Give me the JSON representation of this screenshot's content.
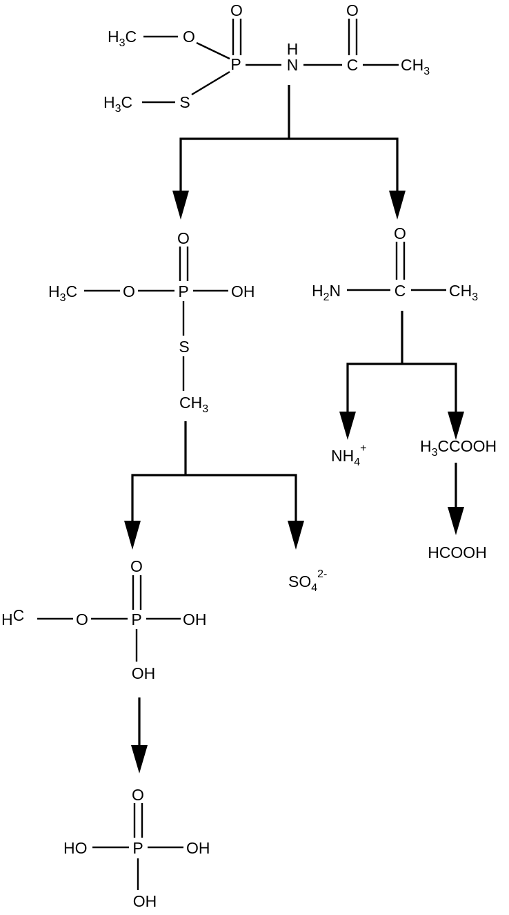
{
  "colors": {
    "ink": "#000000",
    "background": "#ffffff"
  },
  "atoms": {
    "top": {
      "o_double": "O",
      "h3": "H",
      "c_methyl1": "C",
      "o_methoxy": "O",
      "p": "P",
      "h_amide": "H",
      "n": "N",
      "c_carbonyl": "C",
      "o_carbonyl": "O",
      "ch": "CH",
      "three": "3",
      "s": "S",
      "h3b": "H",
      "c_methyl2": "C"
    },
    "left1": {
      "o_double": "O",
      "h3": "H",
      "c_methyl": "C",
      "o_ester": "O",
      "p": "P",
      "oh": "OH",
      "s": "S",
      "ch": "CH",
      "three": "3"
    },
    "right1": {
      "o_double": "O",
      "h2n_h": "H",
      "two": "2",
      "h2n_n": "N",
      "c": "C",
      "ch": "CH",
      "three": "3"
    },
    "ammonium": {
      "nh": "NH",
      "four": "4",
      "plus": "+"
    },
    "acetic": {
      "h": "H",
      "three": "3",
      "rest": "CCOOH"
    },
    "formic": {
      "text": "HCOOH"
    },
    "sulfate": {
      "so": "SO",
      "four": "4",
      "charge": "2-"
    },
    "left2": {
      "o_double": "O",
      "h3": "H",
      "c_methyl": "C",
      "o_ester": "O",
      "p": "P",
      "oh_right": "OH",
      "oh_bottom": "OH"
    },
    "phosphoric": {
      "o_double": "O",
      "ho_left": "HO",
      "p": "P",
      "oh_right": "OH",
      "oh_bottom": "OH"
    }
  }
}
